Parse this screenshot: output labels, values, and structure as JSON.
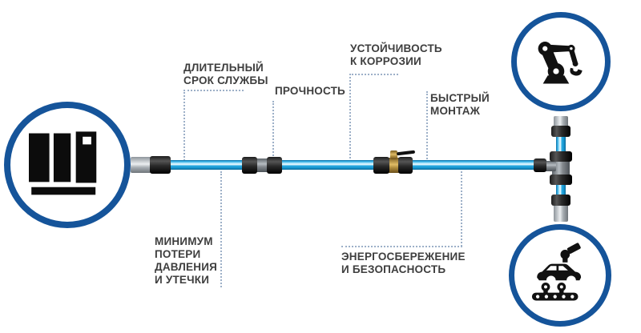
{
  "diagram": {
    "language": "ru",
    "subject": "compressed-air-piping-benefits",
    "background": "#ffffff"
  },
  "colors": {
    "circle_border": "#15549a",
    "pipe_main": "#29abe2",
    "pipe_dark": "#0d6fa3",
    "pipe_highlight": "#eefaff",
    "fitting_black": "#1c1c1c",
    "fitting_gray": "#9aa0a5",
    "fitting_silver": "#c9cdd0",
    "valve_brass": "#c9a24d",
    "label_text": "#3e3e3e",
    "dotted_line": "#9db0c8"
  },
  "nodes": [
    {
      "id": "compressor",
      "icon": "compressor-icon"
    },
    {
      "id": "robot",
      "icon": "robot-arm-icon"
    },
    {
      "id": "assembly",
      "icon": "car-assembly-line-icon"
    }
  ],
  "labels": [
    {
      "id": "long-life",
      "lines": [
        "ДЛИТЕЛЬНЫЙ",
        "СРОК СЛУЖБЫ"
      ]
    },
    {
      "id": "strength",
      "lines": [
        "ПРОЧНОСТЬ"
      ]
    },
    {
      "id": "corrosion",
      "lines": [
        "УСТОЙЧИВОСТЬ",
        "К КОРРОЗИИ"
      ]
    },
    {
      "id": "quick-install",
      "lines": [
        "БЫСТРЫЙ",
        "МОНТАЖ"
      ]
    },
    {
      "id": "min-loss",
      "lines": [
        "МИНИМУМ",
        "ПОТЕРИ",
        "ДАВЛЕНИЯ",
        "И УТЕЧКИ"
      ]
    },
    {
      "id": "energy",
      "lines": [
        "ЭНЕРГОСБЕРЕЖЕНИЕ",
        "И БЕЗОПАСНОСТЬ"
      ]
    }
  ]
}
